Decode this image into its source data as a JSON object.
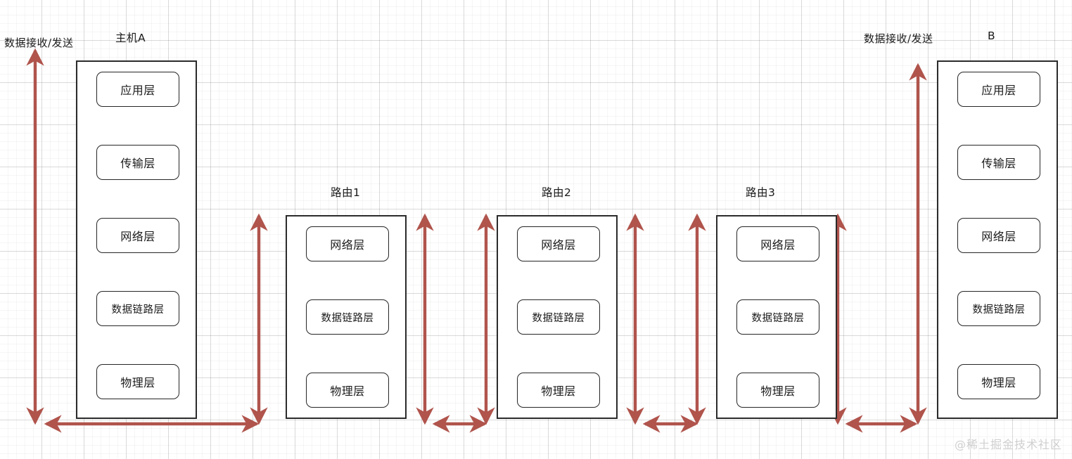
{
  "diagram": {
    "title_left": "数据接收/发送",
    "title_right": "数据接收/发送",
    "watermark": "@稀土掘金技术社区",
    "accent_color": "#b0544c",
    "stroke_color": "#2b2b2b",
    "background": "#ffffff",
    "grid_color": "#e6e6e6"
  },
  "nodes": [
    {
      "id": "host-a",
      "label": "主机A",
      "type": "host",
      "layers": [
        "应用层",
        "传输层",
        "网络层",
        "数据链路层",
        "物理层"
      ]
    },
    {
      "id": "router-1",
      "label": "路由1",
      "type": "router",
      "layers": [
        "网络层",
        "数据链路层",
        "物理层"
      ]
    },
    {
      "id": "router-2",
      "label": "路由2",
      "type": "router",
      "layers": [
        "网络层",
        "数据链路层",
        "物理层"
      ]
    },
    {
      "id": "router-3",
      "label": "路由3",
      "type": "router",
      "layers": [
        "网络层",
        "数据链路层",
        "物理层"
      ]
    },
    {
      "id": "host-b",
      "label": "B",
      "type": "host",
      "layers": [
        "应用层",
        "传输层",
        "网络层",
        "数据链路层",
        "物理层"
      ]
    }
  ]
}
